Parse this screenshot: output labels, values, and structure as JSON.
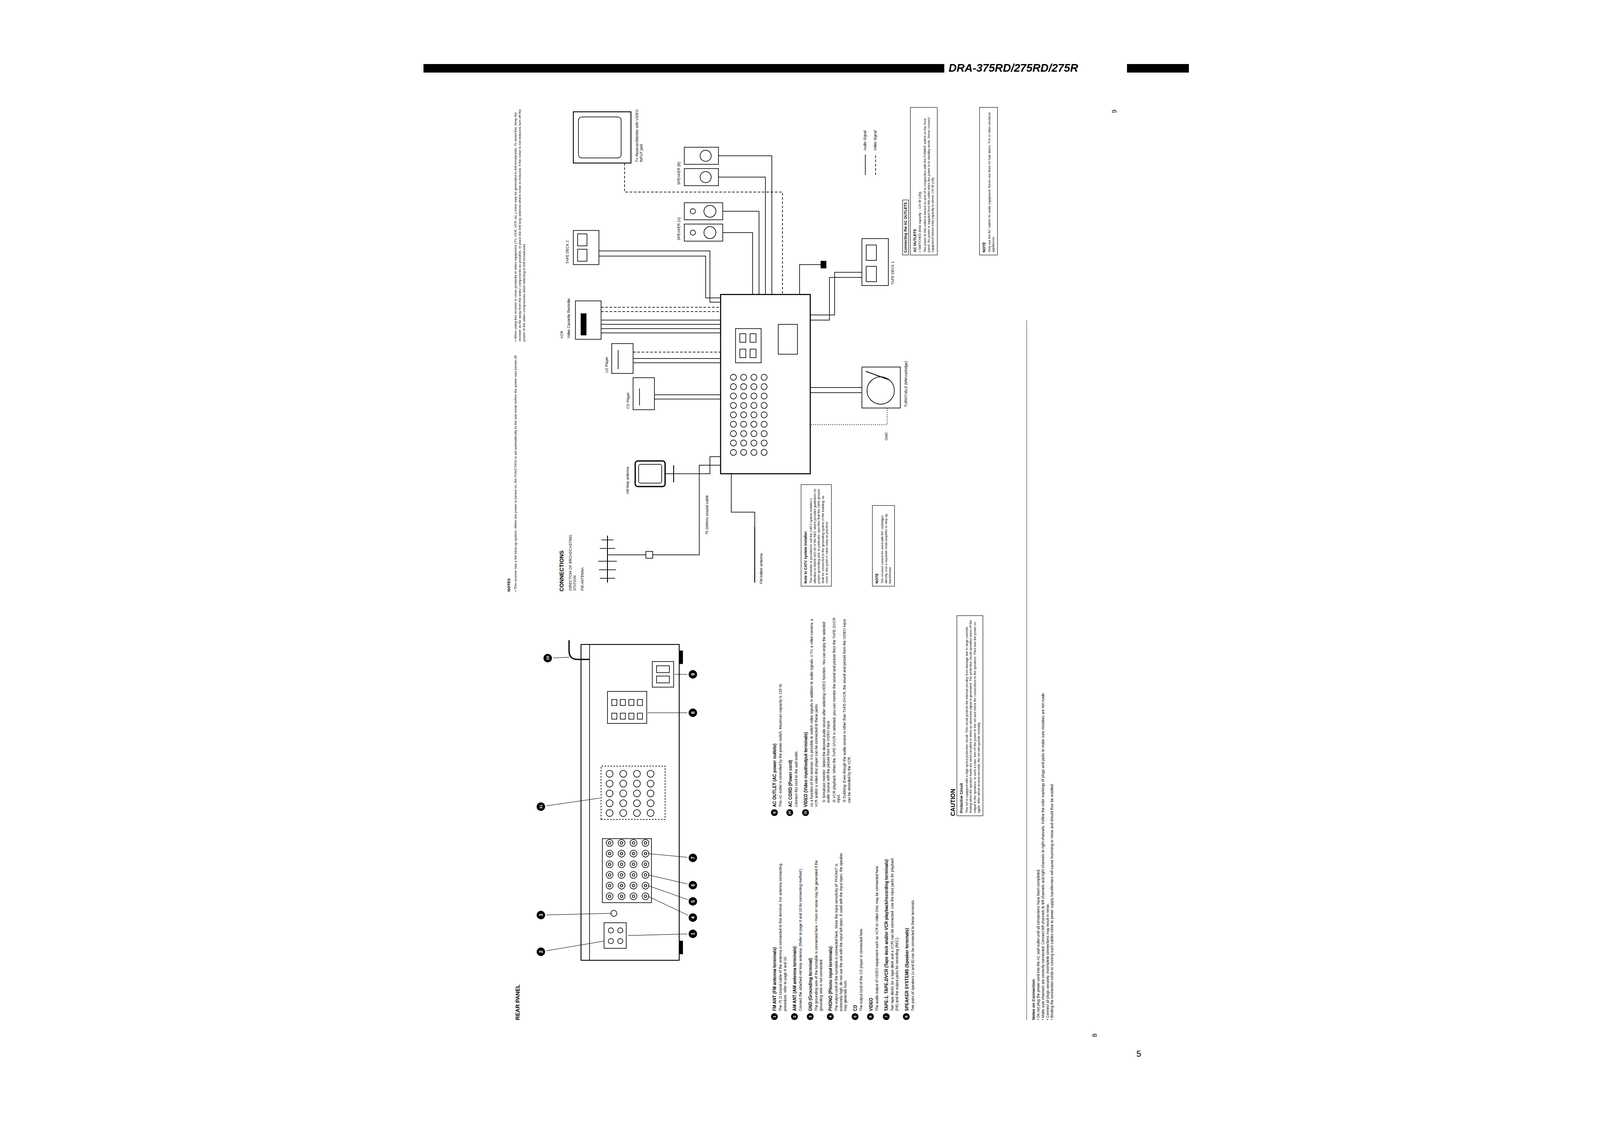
{
  "diagram": {
    "title": "DRA-375RD/275RD/275R",
    "nodes": [
      {
        "text": [
          "Note to CATV system installer:",
          "This reminder is provided to call the CATV system installer’s attention to Article 820-40 of the NEC which provides guidelines for proper grounding and, in particular, specifies that the cable ground shall be connected to the grounding system of the building, as close to the point of cable entry as practical."
        ]
      },
      {
        "text": [
          "NOTE",
          "The receiver cannot be used with MC cartridges directly. Use a separate head amplifier or step-up transformer."
        ]
      },
      {
        "text": [
          "Connecting the AC OUTLETS",
          "AC OUTLETS",
          "• SWITCHED (total capacity – 120 W (1A))",
          "The power to this outlet is turned on and off in conjunction with the POWER switch on the front panel. No power is supplied from this outlet when the power is in standby mode. Never connect equipment whose total capacity is above 120 W (1A)."
        ]
      },
      {
        "text": [
          "NOTE",
          "Only use the AC outlets for audio equipment. Never use them for hair driers, TVs or other electrical appliances."
        ]
      },
      {
        "text": [
          "CAUTION",
          "Protective Circuit",
          "This set is equipped with a high speed protective circuit. This circuit protects the internal circuitry from damage due to large currents flowing when the speaker leads are short-circuited or when an abnormal signal is generated. The protective circuit operation turns off the output to the speakers. In such a case, turn off the power to the set and check the connections to the speakers. Then turn the power on again. After about several seconds, the set will operate normally."
        ]
      }
    ],
    "labels": [
      "REAR PANEL",
      "1",
      "2",
      "3",
      "4",
      "5",
      "6",
      "7",
      "8",
      "9",
      "10",
      "11",
      "1",
      "FM ANT (FM antenna terminals)",
      "The 75 Ω coaxial cable of the antenna is connected to this terminal. For antenna connecting procedure, refer to page 8 and 10.",
      "2",
      "AM ANT (AM antenna terminals)",
      "Connect the attached AM loop antenna. (Refer to page 8 and 10 for connecting method.)",
      "3",
      "GND (Grounding terminal)",
      "The grounding wire of the turntable is connected here. • Hum or noise may be generated if the grounding wire is not connected.",
      "4",
      "PHONO (Phono input terminals)",
      "The output cord of the turntable is connected here. Since the input sensitivity of “PHONO” is extremely high, do not use the unit with the input left open. If used with the input open, the speaker may generate hum.",
      "5",
      "CD",
      "The output cord of the CD player is connected here.",
      "6",
      "VIDEO",
      "The audio output of VIDEO equipment such as VCR or Video Disc may be connected here.",
      "7",
      "TAPE-1, TAPE-2/VCR (Tape deck and/or VCR playback/recording terminals)",
      "Two tape decks (or a tape deck and a VCR) can be connected. Use the input jacks for playback (PB) and the output jacks for recording (REC).",
      "8",
      "SPEAKER SYSTEMS (Speaker terminals)",
      "Two pairs of speakers (A and B) can be connected to these terminals.",
      "9",
      "AC OUTLET (AC power outlets)",
      "This AC outlet is controlled by the power switch. Maximum capacity is 120 W.",
      "10",
      "AC CORD (Power cord)",
      "Connect this cord to the wall outlet.",
      "11",
      "VIDEO (Video input/output terminals)",
      "As a function of this receiver, it is possible to switch video signals in addition to audio signals. A TV, a video camera, a VCR and/or a video disc player can be connected to these jacks.",
      "① Simulcast monitor: Select the desired audio source after selecting VIDEO function. You can enjoy the selected audio source with the picture from the VIDEO input.",
      "② VCR playback: When the TAPE-2/VCR is selected, you can monitor the sound and picture from the TAPE-2/VCR input.",
      "③ Dubbing: Even though the audio source is other than TAPE-2/VCR, the sound and picture from the VIDEO input can be recorded by the VCR.",
      "NOTES",
      "• This receiver has a full back-up system. When the power is turned on, the FUNCTION is set automatically to the last mode before the power was turned off.",
      "• When using this receiver in close proximity to video equipment (TV, VCR, VCP, etc.) noise may be generated in AM broadcasts. To avoid this, keep the receiver as far away from the video components as possible, or place the AM loop antenna where noise is reduced. If the noise is not reduced, turn off the power of the video components when listening to AM broadcasts.",
      "CONNECTIONS",
      "DIRECTION OF BROADCASTING STATION",
      "FM ANTENNA",
      "75 Ω/ohms coaxial cable",
      "FM indoor antenna",
      "AM loop antenna",
      "CD Player",
      "LD Player",
      "VCR",
      "Video Cassette Recorder",
      "TAPE DECK 2",
      "TV Receiver/Monitor with VIDEO INPUT jack",
      "SPEAKER (A)",
      "SPEAKER (B)",
      "GND",
      "TURNTABLE (MM cartridge)",
      "TAPE DECK 1",
      "Notes on Connection",
      "• Do not plug the power cord into the AC wall outlet until all connections have been completed.",
      "• Make sure channels are correctly connected. Connect left channels to left channels and right channels to right channels. Follow the color markings of plugs and jacks to make sure mistakes are not made.",
      "• Connect all plugs securely. Incomplete connections may result in noise.",
      "• Binding the connection cords or running such cables close to power supply transformers will cause humming or noise and should thus be avoided.",
      "8",
      "9",
      "5"
    ],
    "legend": [
      {
        "text": "Audio Signal"
      },
      {
        "text": "Video Signal"
      }
    ]
  }
}
